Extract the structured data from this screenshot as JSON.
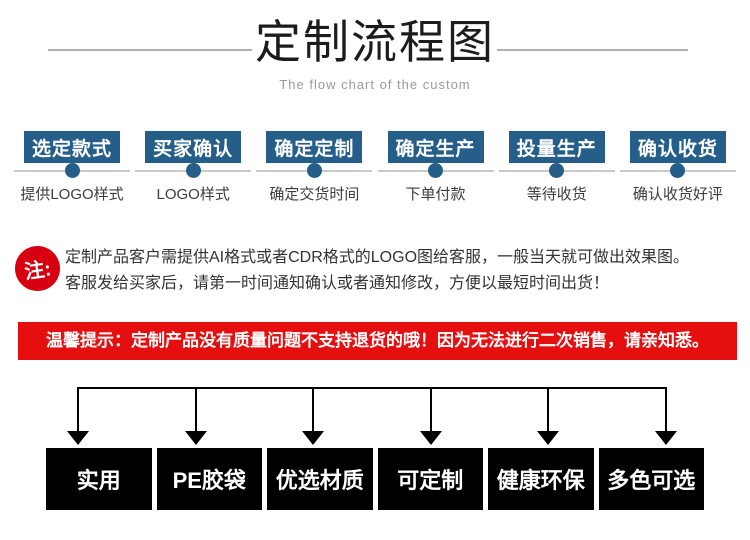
{
  "header": {
    "title": "定制流程图",
    "subtitle": "The flow chart of the custom"
  },
  "steps": {
    "accent_color": "#265e8a",
    "items": [
      {
        "box": "选定款式",
        "label": "提供LOGO样式"
      },
      {
        "box": "买家确认",
        "label": "LOGO样式"
      },
      {
        "box": "确定定制",
        "label": "确定交货时间"
      },
      {
        "box": "确定生产",
        "label": "下单付款"
      },
      {
        "box": "投量生产",
        "label": "等待收货"
      },
      {
        "box": "确认收货",
        "label": "确认收货好评"
      }
    ]
  },
  "note": {
    "badge": "注:",
    "badge_color": "#d60011",
    "line1": "定制产品客户需提供AI格式或者CDR格式的LOGO图给客服，一般当天就可做出效果图。",
    "line2": "客服发给买家后，请第一时间通知确认或者通知修改，方便以最短时间出货！"
  },
  "warning": {
    "background_color": "#e50f10",
    "text": "温馨提示：定制产品没有质量问题不支持退货的哦！因为无法进行二次销售，请亲知悉。"
  },
  "features": {
    "items": [
      "实用",
      "PE胶袋",
      "优选材质",
      "可定制",
      "健康环保",
      "多色可选"
    ]
  }
}
